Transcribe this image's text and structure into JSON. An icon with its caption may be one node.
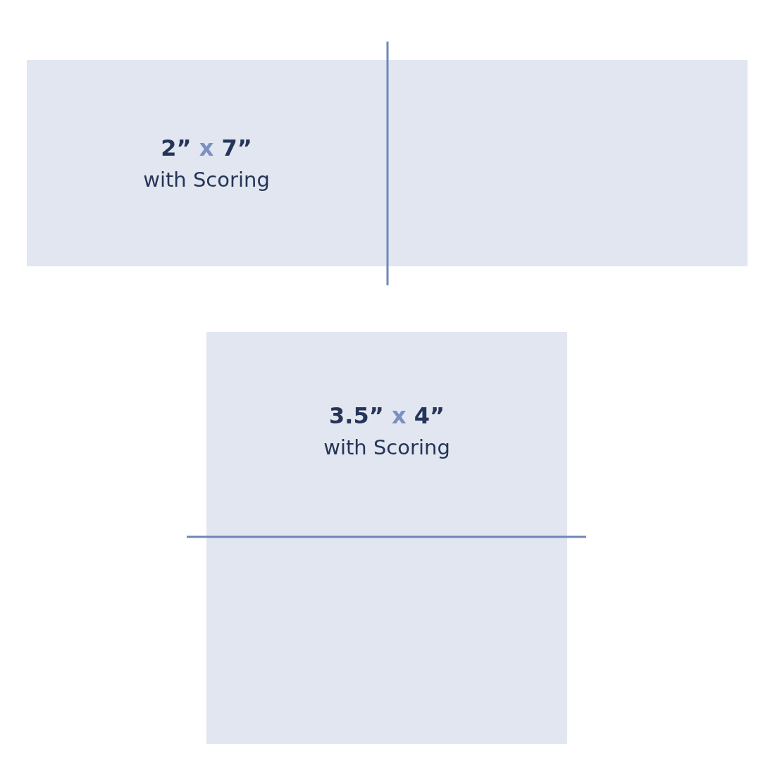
{
  "diagram": {
    "nodes": [
      {
        "text": [
          "2” x 7”",
          "with Scoring"
        ]
      },
      {
        "text": [
          "3.5” x 4”",
          "with Scoring"
        ]
      }
    ]
  }
}
